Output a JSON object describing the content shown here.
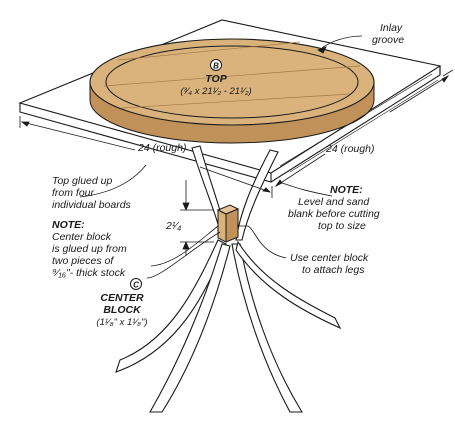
{
  "labels": {
    "inlay": [
      "Inlay",
      "groove"
    ],
    "top_letter": "B",
    "top_title": "TOP",
    "top_dims": "(³⁄₄ x 21¹⁄₂ - 21¹⁄₂)",
    "rough_left": "24 (rough)",
    "rough_right": "24 (rough)",
    "glued_top": [
      "Top glued up",
      "from four",
      "individual boards"
    ],
    "note_level": [
      "NOTE:",
      "Level and sand",
      "blank before cutting",
      "top to size"
    ],
    "height_dim": "2¹⁄₄",
    "note_center": [
      "NOTE:",
      "Center block",
      "is glued up from",
      "two pieces of",
      "⁹⁄₁₆\"- thick stock"
    ],
    "use_center": [
      "Use center block",
      "to attach legs"
    ],
    "center_letter": "C",
    "center_title": [
      "CENTER",
      "BLOCK"
    ],
    "center_dims": "(1¹⁄₈\" x 1¹⁄₈\")"
  },
  "colors": {
    "wood": "#d9b27c",
    "wood_dark": "#c0925a",
    "line": "#1a1a1a"
  }
}
